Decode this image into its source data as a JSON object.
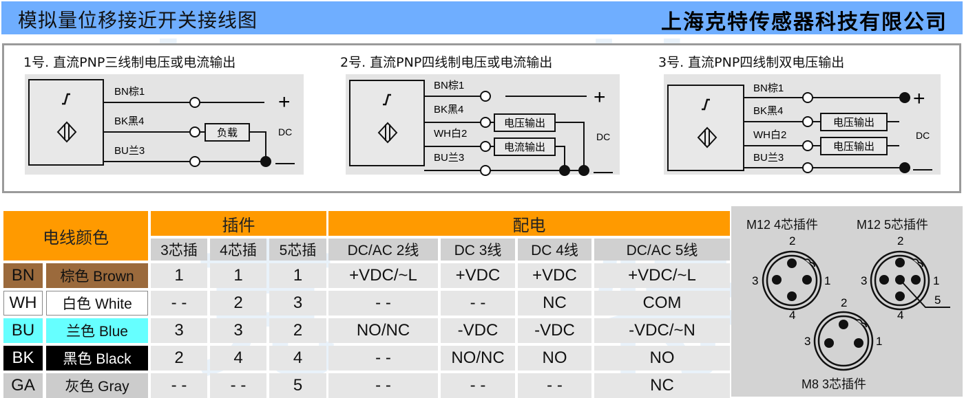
{
  "header": {
    "title": "模拟量位移接近开关接线图",
    "company": "上海克特传感器科技有限公司"
  },
  "watermark": [
    "克",
    "特",
    "克",
    "特"
  ],
  "diagrams": [
    {
      "title": "1号. 直流PNP三线制电压或电流输出",
      "wires": [
        "BN棕1",
        "BK黑4",
        "BU兰3"
      ],
      "loads": [
        "负载"
      ],
      "plus": "+",
      "minus": "—",
      "supply": "DC",
      "sensor_icons": [
        "ramp-output-icon",
        "inductive-sensor-icon"
      ]
    },
    {
      "title": "2号. 直流PNP四线制电压或电流输出",
      "wires": [
        "BN棕1",
        "BK黑4",
        "WH白2",
        "BU兰3"
      ],
      "loads": [
        "电压输出",
        "电流输出"
      ],
      "plus": "+",
      "minus": "—",
      "supply": "DC",
      "sensor_icons": [
        "ramp-output-icon",
        "inductive-sensor-icon"
      ]
    },
    {
      "title": "3号. 直流PNP四线制双电压输出",
      "wires": [
        "BN棕1",
        "BK黑4",
        "WH白2",
        "BU兰3"
      ],
      "loads": [
        "电压输出",
        "电压输出"
      ],
      "plus": "+",
      "minus": "—",
      "supply": "DC",
      "sensor_icons": [
        "ramp-output-icon",
        "inductive-sensor-icon"
      ]
    }
  ],
  "table": {
    "color_header": "电线颜色",
    "plug_header": "插件",
    "power_header": "配电",
    "plug_columns": [
      "3芯插",
      "4芯插",
      "5芯插"
    ],
    "power_columns": [
      "DC/AC 2线",
      "DC 3线",
      "DC 4线",
      "DC/AC 5线"
    ],
    "rows": [
      {
        "code": "BN",
        "name": "棕色 Brown",
        "bg": "#9b6a3c",
        "fg": "#111111",
        "plugs": [
          "1",
          "1",
          "1"
        ],
        "power": [
          "+VDC/~L",
          "+VDC",
          "+VDC",
          "+VDC/~L"
        ]
      },
      {
        "code": "WH",
        "name": "白色 White",
        "bg": "#ffffff",
        "fg": "#111111",
        "plugs": [
          "- -",
          "2",
          "3"
        ],
        "power": [
          "- -",
          "- -",
          "NC",
          "COM"
        ]
      },
      {
        "code": "BU",
        "name": "兰色  Blue",
        "bg": "#66ffff",
        "fg": "#111111",
        "plugs": [
          "3",
          "3",
          "2"
        ],
        "power": [
          "NO/NC",
          "-VDC",
          "-VDC",
          "-VDC/~N"
        ]
      },
      {
        "code": "BK",
        "name": "黑色 Black",
        "bg": "#000000",
        "fg": "#ffffff",
        "plugs": [
          "2",
          "4",
          "4"
        ],
        "power": [
          "- -",
          "NO/NC",
          "NO",
          "NO"
        ]
      },
      {
        "code": "GA",
        "name": "灰色 Gray",
        "bg": "#cccccc",
        "fg": "#111111",
        "plugs": [
          "- -",
          "- -",
          "5"
        ],
        "power": [
          "- -",
          "- -",
          "- -",
          "NC"
        ]
      }
    ]
  },
  "connectors": [
    {
      "title": "M12  4芯插件",
      "pins": [
        "1",
        "2",
        "3",
        "4"
      ]
    },
    {
      "title": "M12  5芯插件",
      "pins": [
        "1",
        "2",
        "3",
        "4",
        "5"
      ]
    },
    {
      "title": "M8  3芯插件",
      "pins": [
        "1",
        "2",
        "3"
      ]
    }
  ],
  "colors": {
    "header_bg": "#6faeff",
    "table_header": "#ff9a00",
    "subheader": "#d0d0d0",
    "cell": "#e8e8e8",
    "connector_panel": "#d3d3d3"
  }
}
